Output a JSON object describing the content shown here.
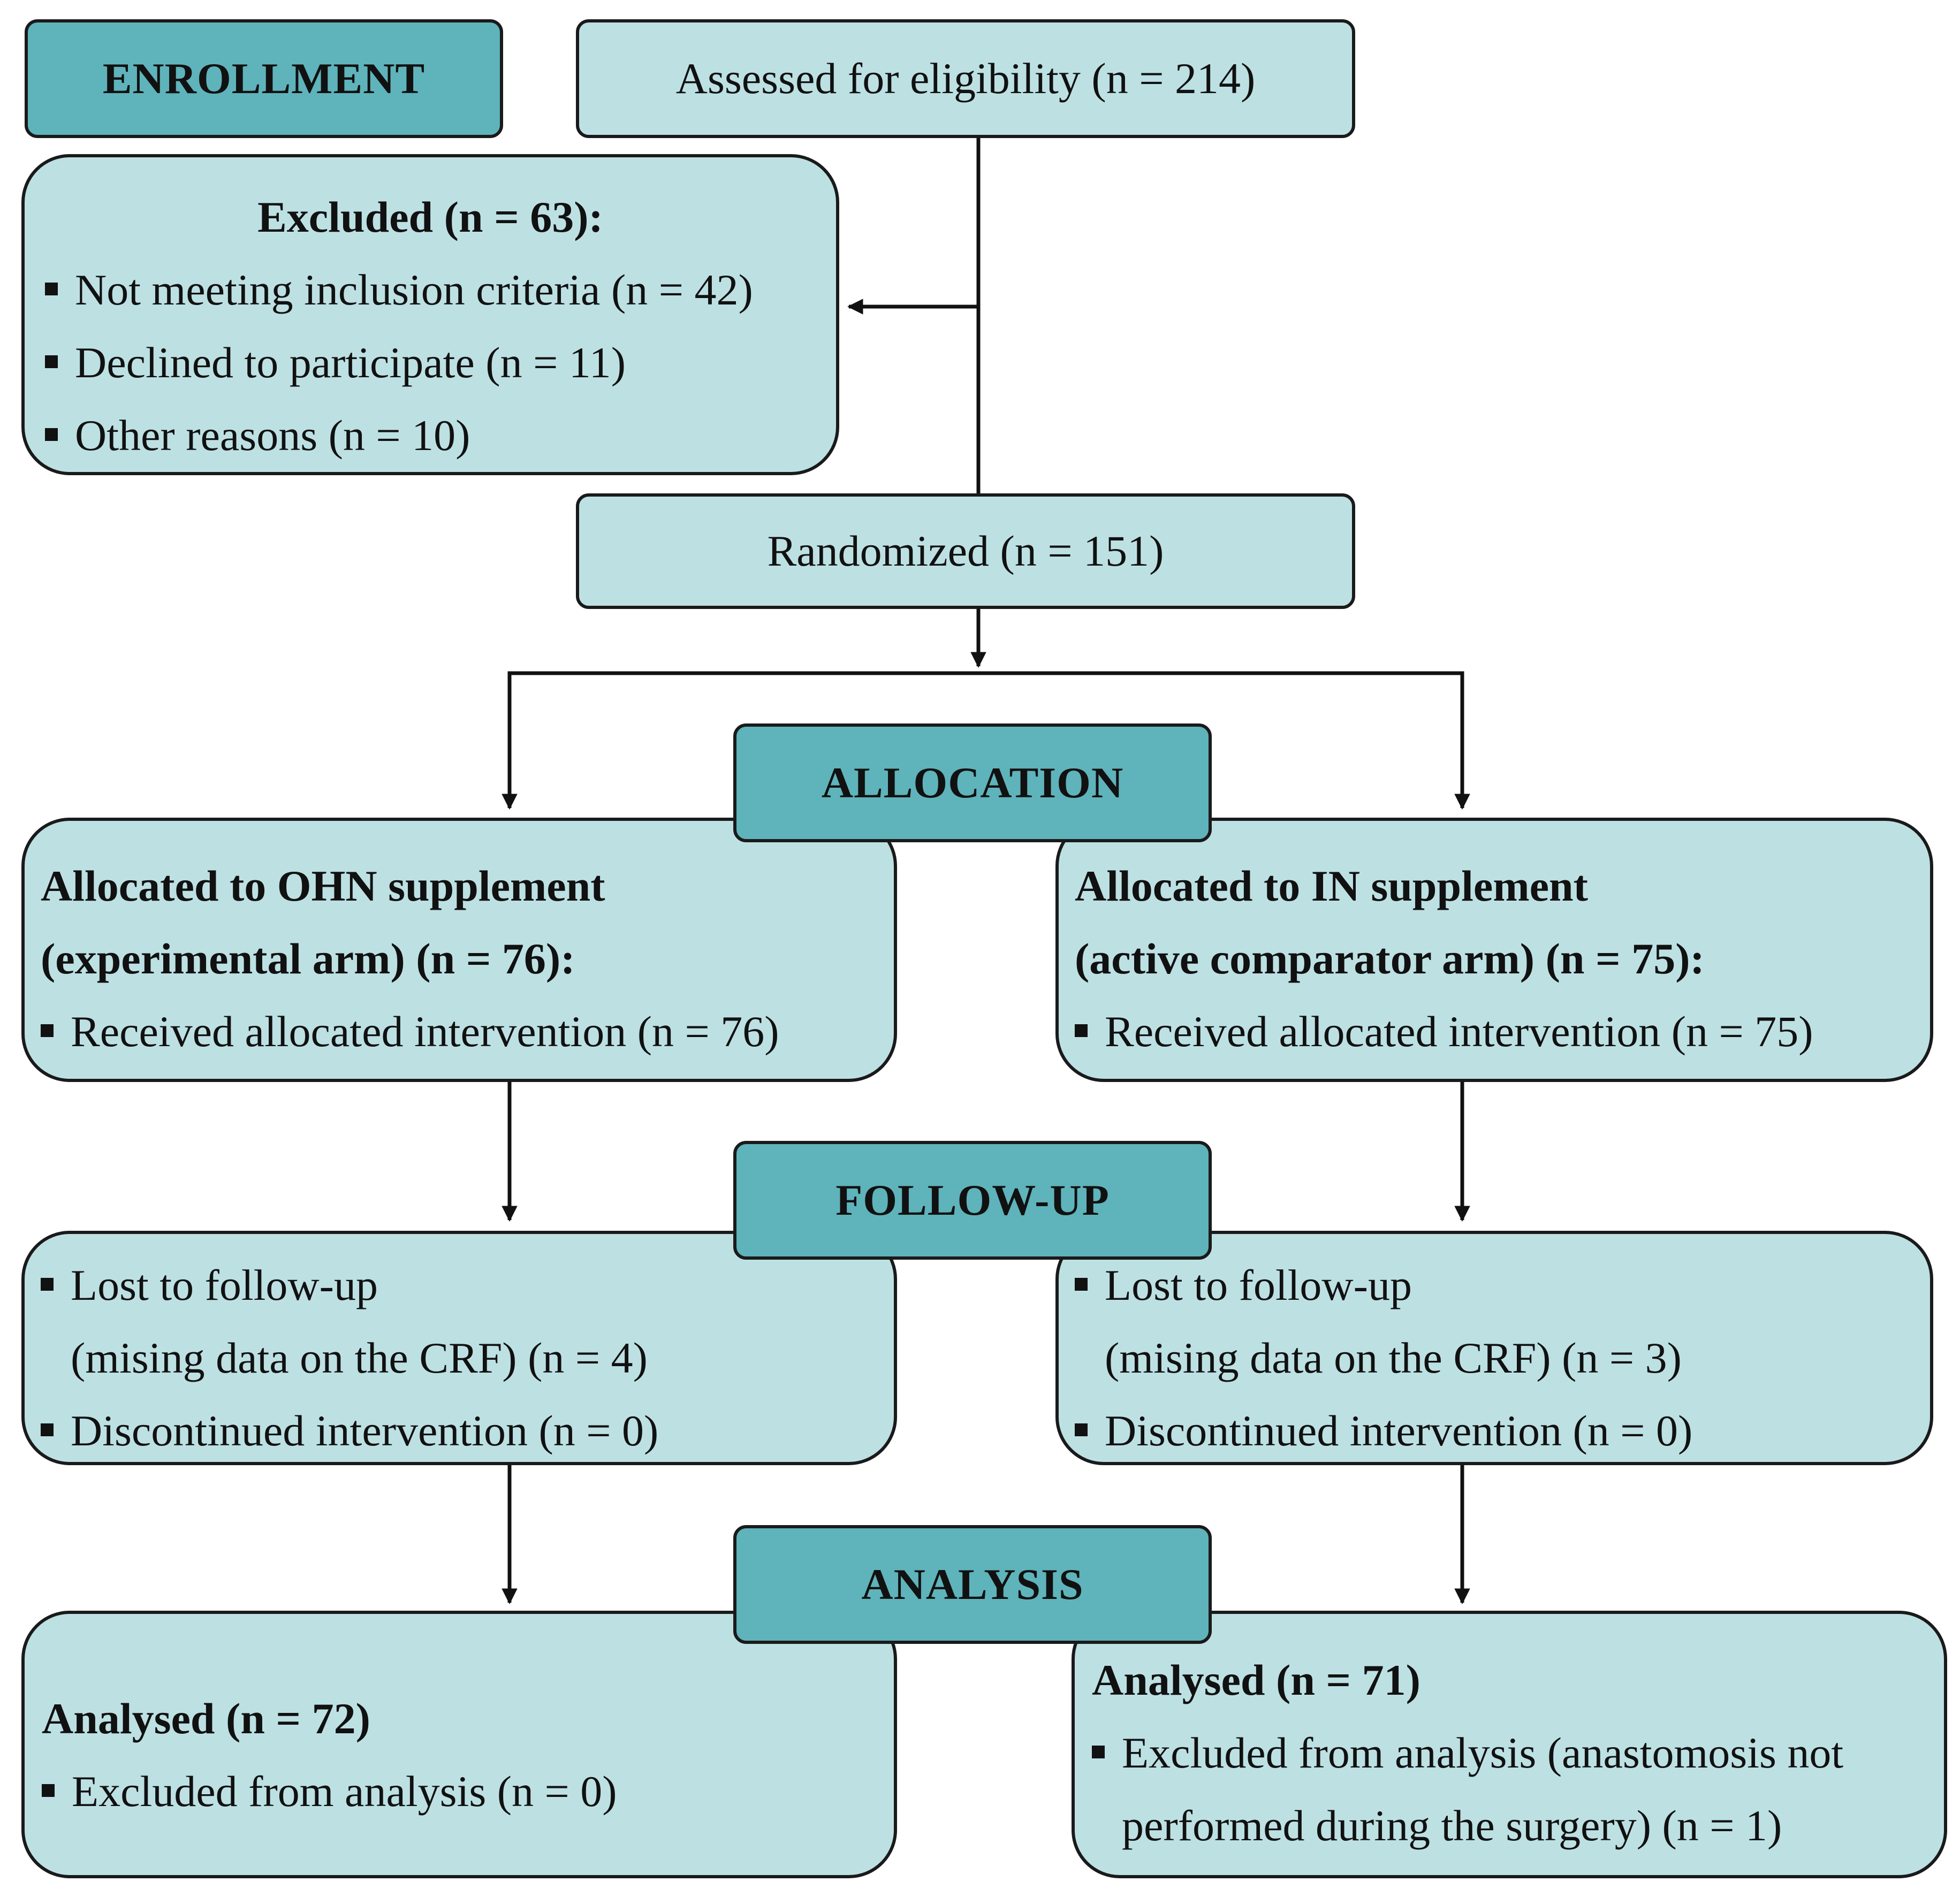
{
  "phases": {
    "enrollment": "ENROLLMENT",
    "allocation": "ALLOCATION",
    "follow_up": "FOLLOW-UP",
    "analysis": "ANALYSIS"
  },
  "assessed": "Assessed for eligibility (n = 214)",
  "excluded": {
    "title": "Excluded (n = 63):",
    "items": [
      "Not meeting inclusion criteria (n = 42)",
      "Declined to participate (n = 11)",
      "Other reasons (n = 10)"
    ]
  },
  "randomized": "Randomized (n = 151)",
  "allocation": {
    "left": {
      "title_line1": "Allocated to OHN supplement",
      "title_line2": "(experimental arm) (n = 76):",
      "item": "Received allocated intervention (n = 76)"
    },
    "right": {
      "title_line1": "Allocated to IN supplement",
      "title_line2": "(active comparator arm) (n = 75):",
      "item": "Received allocated intervention (n = 75)"
    }
  },
  "follow_up": {
    "left": {
      "lost_line1": "Lost to follow-up",
      "lost_line2": "(mising data on the CRF) (n = 4)",
      "discontinued": "Discontinued intervention (n = 0)"
    },
    "right": {
      "lost_line1": "Lost to follow-up",
      "lost_line2": "(mising data on the CRF) (n = 3)",
      "discontinued": "Discontinued intervention (n = 0)"
    }
  },
  "analysis": {
    "left": {
      "title": "Analysed (n = 72)",
      "item": "Excluded from analysis (n = 0)"
    },
    "right": {
      "title": "Analysed (n = 71)",
      "item_line1": "Excluded from analysis (anastomosis not",
      "item_line2": "performed during the surgery) (n = 1)"
    }
  },
  "colors": {
    "phase_fill": "#5fb3bb",
    "box_fill": "#bde0e3",
    "stroke": "#1a1a1a"
  }
}
